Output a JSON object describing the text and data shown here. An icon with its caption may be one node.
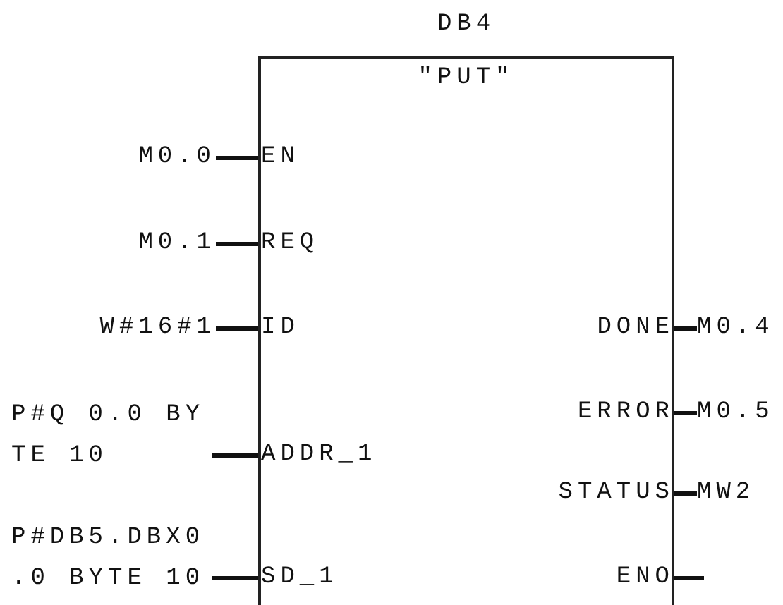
{
  "diagram": {
    "nodes": [
      {
        "text": [
          "DB4",
          "\"PUT\""
        ]
      },
      {
        "text": [
          "EN"
        ],
        "in": 0
      },
      {
        "text": [
          "REQ"
        ],
        "in": 0
      },
      {
        "text": [
          "ID"
        ],
        "in": 0
      },
      {
        "text": [
          "ADDR_1"
        ],
        "in": 0
      },
      {
        "text": [
          "SD_1"
        ],
        "in": 0
      },
      {
        "text": [
          "DONE"
        ],
        "in": 0
      },
      {
        "text": [
          "ERROR"
        ],
        "in": 0
      },
      {
        "text": [
          "STATUS"
        ],
        "in": 0
      },
      {
        "text": [
          "ENO"
        ],
        "in": 0
      },
      {
        "text": [
          "M0.0"
        ]
      },
      {
        "text": [
          "M0.1"
        ]
      },
      {
        "text": [
          "W#16#1"
        ]
      },
      {
        "text": [
          "P#Q 0.0 BY TE 10"
        ]
      },
      {
        "text": [
          "P#DB5.DBX0 .0 BYTE 10"
        ]
      },
      {
        "text": [
          "M0.4"
        ]
      },
      {
        "text": [
          "M0.5"
        ]
      },
      {
        "text": [
          "MW2"
        ]
      }
    ],
    "edges": [
      {
        "from": 10,
        "to": 1,
        "arrow": "none"
      },
      {
        "from": 11,
        "to": 2,
        "arrow": "none"
      },
      {
        "from": 12,
        "to": 3,
        "arrow": "none"
      },
      {
        "from": 13,
        "to": 4,
        "arrow": "none"
      },
      {
        "from": 14,
        "to": 5,
        "arrow": "none"
      },
      {
        "from": 6,
        "to": 15,
        "arrow": "none"
      },
      {
        "from": 7,
        "to": 16,
        "arrow": "none"
      },
      {
        "from": 8,
        "to": 17,
        "arrow": "none"
      },
      {
        "from": 9,
        "to": null,
        "arrow": "none"
      }
    ]
  }
}
